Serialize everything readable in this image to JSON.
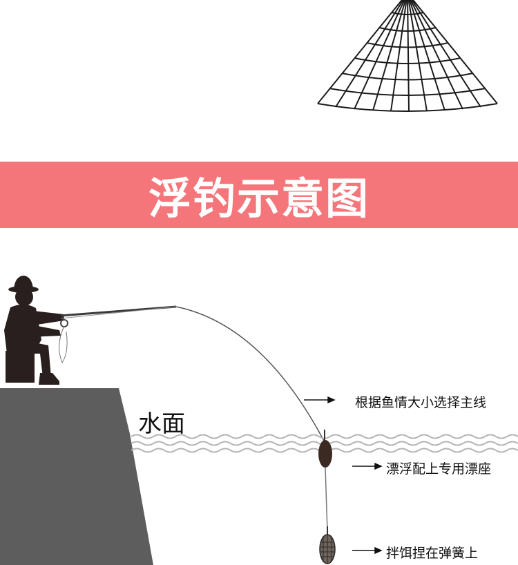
{
  "banner": {
    "title": "浮钓示意图",
    "color": "#f4767a"
  },
  "diagram": {
    "water_label": "水面",
    "annotations": [
      "根据鱼情大小选择主线",
      "漂浮配上专用漂座",
      "拌饵捏在弹簧上"
    ]
  }
}
